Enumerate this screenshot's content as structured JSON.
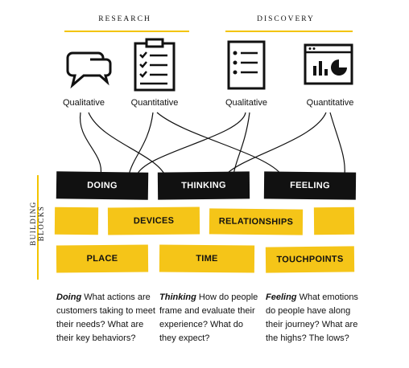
{
  "headers": {
    "research": "RESEARCH",
    "discovery": "DISCOVERY"
  },
  "icons": [
    {
      "name": "speech-bubbles-icon",
      "label": "Qualitative"
    },
    {
      "name": "clipboard-checklist-icon",
      "label": "Quantitative"
    },
    {
      "name": "document-list-icon",
      "label": "Qualitative"
    },
    {
      "name": "analytics-screen-icon",
      "label": "Quantitative"
    }
  ],
  "side_label": "BUILDING BLOCKS",
  "blocks": {
    "doing": "DOING",
    "thinking": "THINKING",
    "feeling": "FEELING",
    "devices": "DEVICES",
    "relationships": "RELATIONSHIPS",
    "place": "PLACE",
    "time": "TIME",
    "touchpoints": "TOUCHPOINTS"
  },
  "descriptions": [
    {
      "term": "Doing",
      "text": " What actions are customers taking to meet their needs? What are their key behaviors?"
    },
    {
      "term": "Thinking",
      "text": " How do people frame and evaluate their experience? What do they expect?"
    },
    {
      "term": "Feeling",
      "text": " What emotions do people have along their journey? What are the highs? The lows?"
    }
  ],
  "colors": {
    "accent": "#f5c518",
    "dark": "#111111"
  }
}
